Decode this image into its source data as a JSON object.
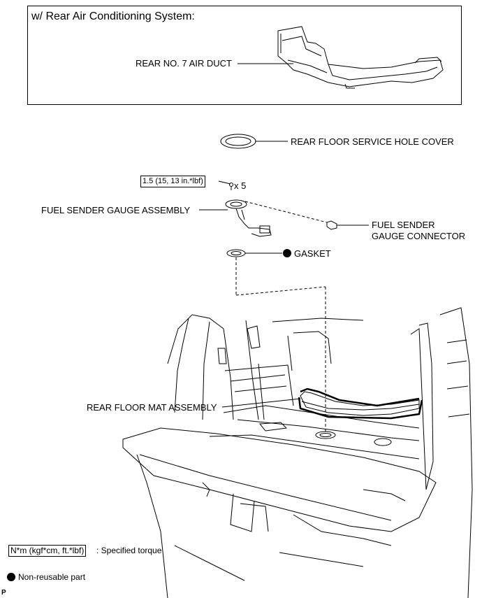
{
  "inset": {
    "heading": "w/ Rear Air Conditioning System:",
    "duct_label": "REAR NO. 7 AIR DUCT"
  },
  "callouts": {
    "service_hole_cover": "REAR FLOOR SERVICE HOLE COVER",
    "torque_value": "1.5 (15, 13 in.*lbf)",
    "screw_qty": "x 5",
    "gauge_assembly": "FUEL SENDER GAUGE ASSEMBLY",
    "connector_line1": "FUEL SENDER",
    "connector_line2": "GAUGE CONNECTOR",
    "gasket": "GASKET",
    "floor_mat": "REAR FLOOR MAT ASSEMBLY"
  },
  "legend": {
    "torque_unit": "N*m (kgf*cm, ft.*lbf)",
    "torque_desc": ": Specified torque",
    "nonreusable": "Non-reusable part"
  },
  "footer_code": "P"
}
